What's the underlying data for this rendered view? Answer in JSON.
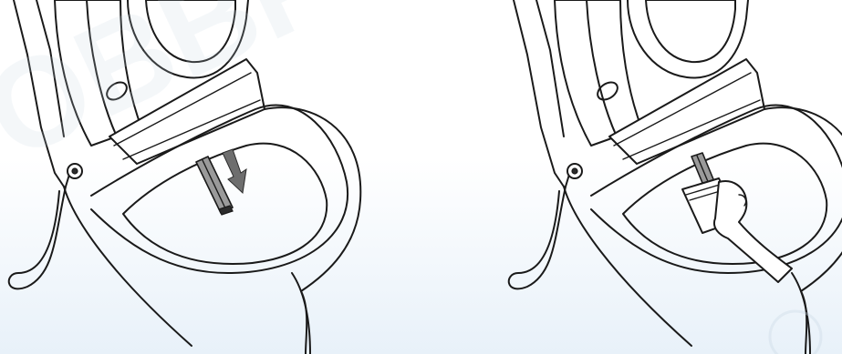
{
  "figures": [
    {
      "id": "left",
      "wand_position": "extended",
      "arrow_direction": "down-right"
    },
    {
      "id": "right",
      "wand_position": "extended",
      "hand_with_cloth": true
    }
  ],
  "colors": {
    "background_top": "#ffffff",
    "background_bottom": "#e8f1f9",
    "line": "#1a1a1a",
    "wand": "#9a9a9a",
    "arrow": "#6e6e6e"
  },
  "icons": [
    "toilet-illustration",
    "bidet-wand",
    "down-arrow-icon",
    "cleaning-cloth",
    "hand"
  ]
}
